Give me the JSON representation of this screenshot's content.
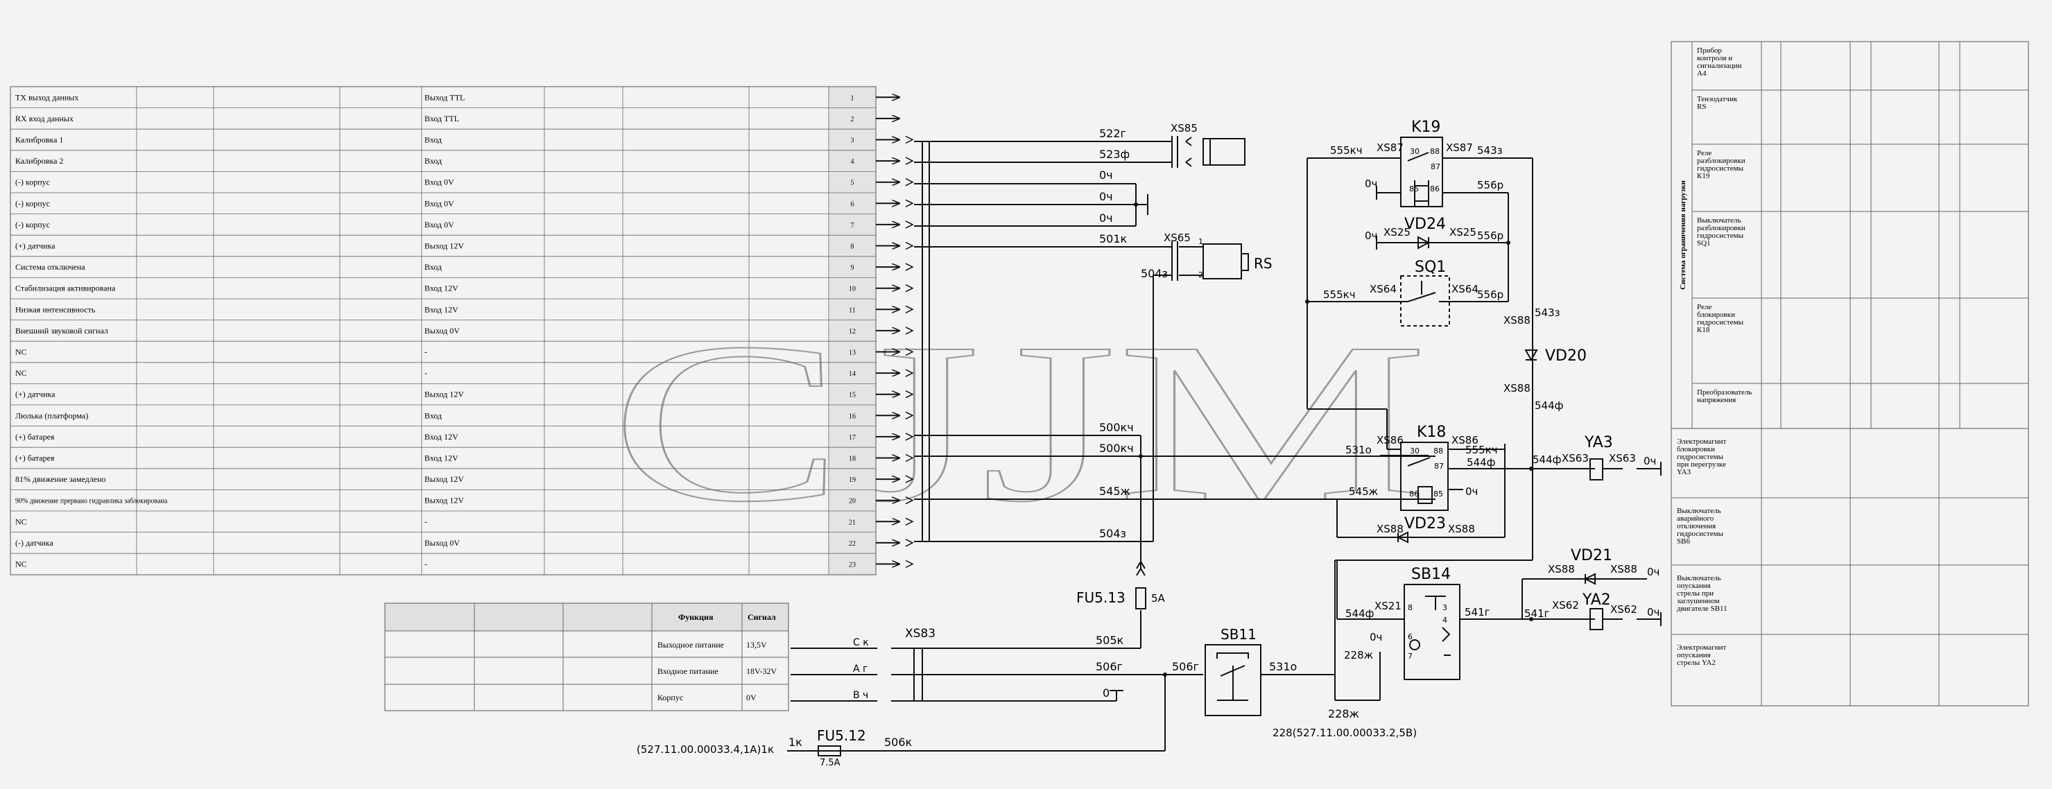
{
  "watermark": "CJJM",
  "pin_table": {
    "rows": [
      {
        "name": "TX выход данных",
        "signal": "Выход TTL",
        "pin": "1"
      },
      {
        "name": "RX вход данных",
        "signal": "Вход TTL",
        "pin": "2"
      },
      {
        "name": "Калибровка 1",
        "signal": "Вход",
        "pin": "3"
      },
      {
        "name": "Калибровка 2",
        "signal": "Вход",
        "pin": "4"
      },
      {
        "name": "(-) корпус",
        "signal": "Вход 0V",
        "pin": "5"
      },
      {
        "name": "(-) корпус",
        "signal": "Вход 0V",
        "pin": "6"
      },
      {
        "name": "(-) корпус",
        "signal": "Вход 0V",
        "pin": "7"
      },
      {
        "name": "(+) датчика",
        "signal": "Выход 12V",
        "pin": "8"
      },
      {
        "name": "Система отключена",
        "signal": "Вход",
        "pin": "9"
      },
      {
        "name": "Стабилизация активирована",
        "signal": "Вход 12V",
        "pin": "10"
      },
      {
        "name": "Низкая интенсивность",
        "signal": "Вход 12V",
        "pin": "11"
      },
      {
        "name": "Внешний звуковой сигнал",
        "signal": "Выход 0V",
        "pin": "12"
      },
      {
        "name": "NC",
        "signal": "-",
        "pin": "13"
      },
      {
        "name": "NC",
        "signal": "-",
        "pin": "14"
      },
      {
        "name": "(+) датчика",
        "signal": "Выход 12V",
        "pin": "15"
      },
      {
        "name": "Люлька (платформа)",
        "signal": "Вход",
        "pin": "16"
      },
      {
        "name": "(+) батарея",
        "signal": "Вход 12V",
        "pin": "17"
      },
      {
        "name": "(+) батарея",
        "signal": "Вход 12V",
        "pin": "18"
      },
      {
        "name": "81% движение замедлено",
        "signal": "Выход 12V",
        "pin": "19"
      },
      {
        "name": "90% движение прервано гидравлика заблокирована",
        "signal": "Выход 12V",
        "pin": "20"
      },
      {
        "name": "NC",
        "signal": "-",
        "pin": "21"
      },
      {
        "name": "(-) датчика",
        "signal": "Выход 0V",
        "pin": "22"
      },
      {
        "name": "NC",
        "signal": "-",
        "pin": "23"
      }
    ]
  },
  "func_table": {
    "header": {
      "function": "Функция",
      "signal": "Сигнал"
    },
    "rows": [
      {
        "function": "Выходное питание",
        "signal": "13,5V"
      },
      {
        "function": "Входное питание",
        "signal": "18V-32V"
      },
      {
        "function": "Корпус",
        "signal": "0V"
      }
    ]
  },
  "right_table": {
    "group_title": "Система ограничения нагрузки",
    "upper_items": [
      "Прибор контроля и сигнализации А4",
      "Тензодатчик RS",
      "Реле разблокировки гидросистемы К19",
      "Выключатель разблокировки гидросистемы SQ1",
      "Реле блокировки гидросистемы К18",
      "Преобразователь напряжения"
    ],
    "lower_items": [
      "Электромагнит блокировки гидросистемы при перегрузке YA3",
      "Выключатель аварийного отключения гидросистемы SB6",
      "Выключатель опускания стрелы при заглушенном двигателе SB11",
      "Электромагнит опускания стрелы YA2"
    ]
  },
  "components": {
    "k19": "K19",
    "k18": "K18",
    "vd24": "VD24",
    "vd23": "VD23",
    "vd20": "VD20",
    "vd21": "VD21",
    "sq1": "SQ1",
    "rs": "RS",
    "ya3": "YA3",
    "ya2": "YA2",
    "sb14": "SB14",
    "sb11": "SB11",
    "fu513": "FU5.13",
    "fu513_rating": "5A",
    "fu512": "FU5.12",
    "fu512_rating": "7.5A"
  },
  "connectors": {
    "xs85": "XS85",
    "xs65": "XS65",
    "xs83": "XS83",
    "xs87": "XS87",
    "xs25": "XS25",
    "xs64": "XS64",
    "xs88": "XS88",
    "xs86": "XS86",
    "xs63": "XS63",
    "xs21": "XS21",
    "xs62": "XS62"
  },
  "wires": {
    "w522g": "522г",
    "w523f": "523ф",
    "w0ch": "0ч",
    "w501k": "501к",
    "w504z": "504з",
    "w500kch": "500кч",
    "w545zh": "545ж",
    "w505k": "505к",
    "w506g": "506г",
    "w506k": "506к",
    "w1k": "1к",
    "w531o": "531о",
    "w555kch": "555кч",
    "w543z": "543з",
    "w556r": "556р",
    "w544f": "544ф",
    "w541g": "541г",
    "w228zh": "228ж",
    "w0": "0"
  },
  "xs83_pins": {
    "c": "C к",
    "a": "А г",
    "b": "В ч"
  },
  "refs": {
    "ref_1k": "(527.11.00.00033.4,1А)1к",
    "ref_228": "228(527.11.00.00033.2,5В)"
  }
}
